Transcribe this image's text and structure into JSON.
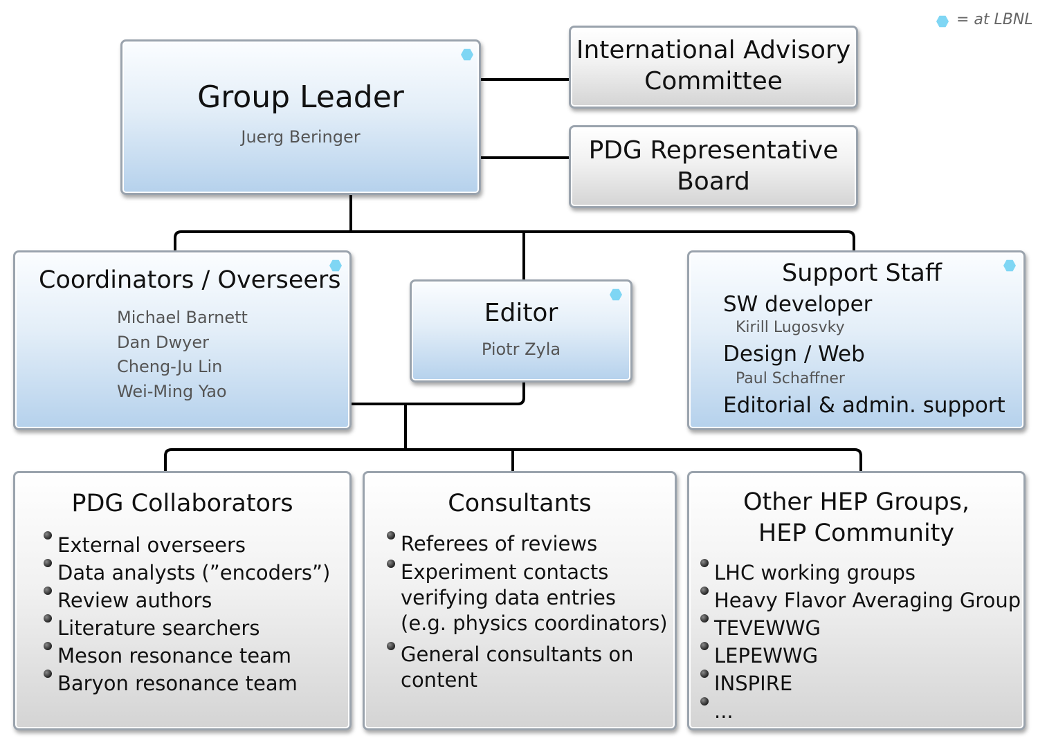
{
  "legend": {
    "icon": "lbnl-hexagon-icon",
    "text": "= at LBNL"
  },
  "group_leader": {
    "title": "Group Leader",
    "name": "Juerg Beringer",
    "at_lbnl": true
  },
  "advisory": {
    "line1": "International Advisory",
    "line2": "Committee"
  },
  "rep_board": {
    "line1": "PDG Representative",
    "line2": "Board"
  },
  "coordinators": {
    "title": "Coordinators / Overseers",
    "names": [
      "Michael Barnett",
      "Dan Dwyer",
      "Cheng-Ju Lin",
      "Wei-Ming Yao"
    ],
    "at_lbnl": true
  },
  "editor": {
    "title": "Editor",
    "name": "Piotr Zyla",
    "at_lbnl": true
  },
  "support": {
    "title": "Support Staff",
    "role1": "SW developer",
    "name1": "Kirill Lugosvky",
    "role2": "Design / Web",
    "name2": "Paul Schaffner",
    "role3": "Editorial & admin. support",
    "at_lbnl": true
  },
  "collaborators": {
    "title": "PDG Collaborators",
    "items": [
      "External overseers",
      "Data analysts (”encoders”)",
      "Review authors",
      "Literature searchers",
      "Meson resonance team",
      "Baryon resonance team"
    ]
  },
  "consultants": {
    "title": "Consultants",
    "item1": "Referees of reviews",
    "item2": {
      "l1": "Experiment contacts",
      "l2": "verifying data entries",
      "l3": "(e.g. physics coordinators)"
    },
    "item3": {
      "l1": "General consultants on",
      "l2": "content"
    }
  },
  "other": {
    "title_line1": "Other HEP Groups,",
    "title_line2": "HEP Community",
    "items": [
      "LHC working groups",
      "Heavy Flavor Averaging Group",
      "TEVEWWG",
      "LEPEWWG",
      "INSPIRE",
      "..."
    ]
  },
  "colors": {
    "box_blue_bottom": "#b5d1ec",
    "box_grey_bottom": "#d4d4d4",
    "lbnl_marker": "#7fd6f4",
    "connector": "#000000"
  }
}
